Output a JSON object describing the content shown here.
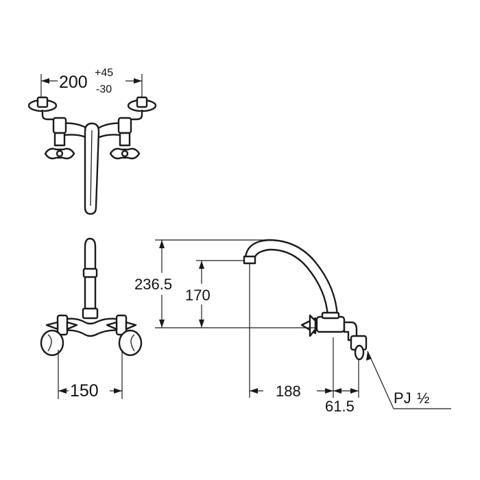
{
  "top_view": {
    "width_nominal": "200",
    "tolerance_plus": "+45",
    "tolerance_minus": "-30"
  },
  "front_view": {
    "handle_spacing": "150"
  },
  "side_view": {
    "overall_height": "236.5",
    "spout_height": "170",
    "spout_reach": "188",
    "wall_offset": "61.5",
    "connection_label": "PJ",
    "connection_fraction": "½"
  }
}
